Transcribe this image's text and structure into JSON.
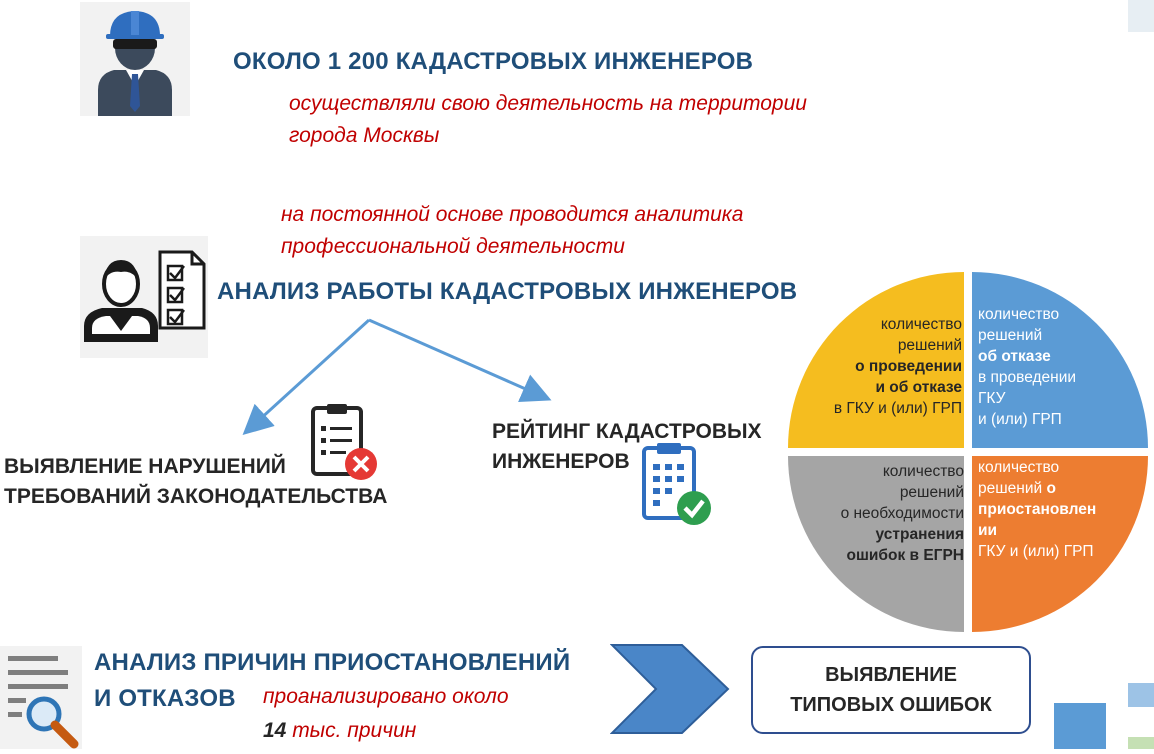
{
  "top": {
    "headline": "ОКОЛО 1 200 КАДАСТРОВЫХ ИНЖЕНЕРОВ",
    "desc_line1": "осуществляли свою деятельность на территории",
    "desc_line2": "города Москвы"
  },
  "analysis": {
    "note_line1": "на постоянной основе проводится аналитика",
    "note_line2": "профессиональной деятельности",
    "headline": "АНАЛИЗ РАБОТЫ КАДАСТРОВЫХ ИНЖЕНЕРОВ"
  },
  "branches": {
    "violations_line1": "ВЫЯВЛЕНИЕ НАРУШЕНИЙ",
    "violations_line2": "ТРЕБОВАНИЙ ЗАКОНОДАТЕЛЬСТВА",
    "rating_line1": "РЕЙТИНГ КАДАСТРОВЫХ",
    "rating_line2": "ИНЖЕНЕРОВ"
  },
  "quadrants": {
    "top_left": {
      "line1": "количество",
      "line2": "решений",
      "bold1": "о проведении",
      "bold2": "и об отказе",
      "line3": "в ГКУ и (или) ГРП",
      "color": "#f5bd1f"
    },
    "top_right": {
      "line1": "количество",
      "line2": "решений",
      "bold1": "об отказе",
      "line3": "в проведении",
      "line4": "ГКУ",
      "line5": "и (или) ГРП",
      "color": "#5b9bd5"
    },
    "bottom_left": {
      "line1": "количество",
      "line2": "решений",
      "line3": "о необходимости",
      "bold1": "устранения",
      "bold2": "ошибок в ЕГРН",
      "color": "#a5a5a5"
    },
    "bottom_right": {
      "line1": "количество",
      "line2a": "решений ",
      "bold1a": "о",
      "bold1b": "приостановлен",
      "bold1c": "ии",
      "line3": "ГКУ и (или) ГРП",
      "color": "#ed7d31"
    }
  },
  "bottom": {
    "headline_line1": "АНАЛИЗ ПРИЧИН ПРИОСТАНОВЛЕНИЙ",
    "headline_line2": "И ОТКАЗОВ",
    "note_line1": "проанализировано около",
    "note_bold": "14",
    "note_rest": " тыс. причин",
    "result_line1": "ВЫЯВЛЕНИЕ",
    "result_line2": "ТИПОВЫХ ОШИБОК"
  }
}
